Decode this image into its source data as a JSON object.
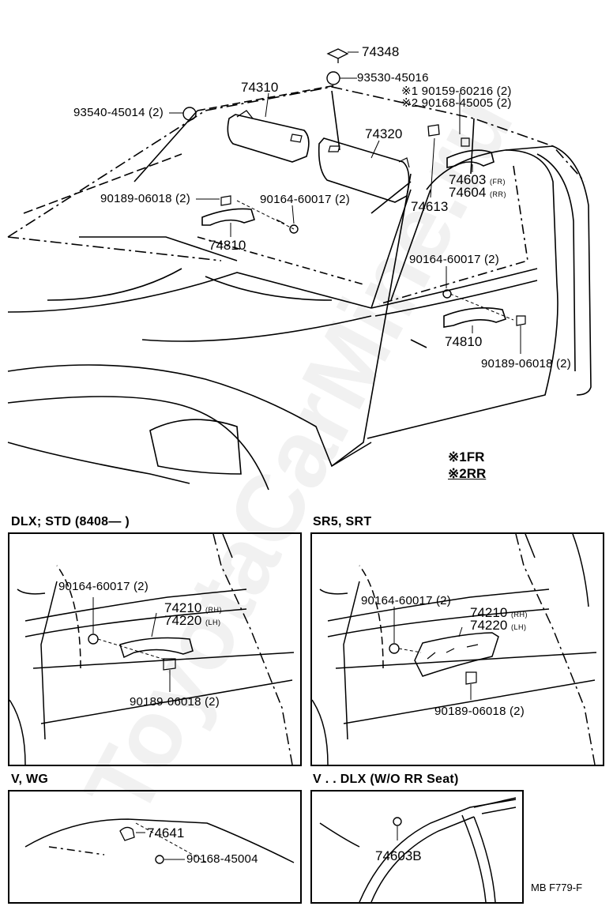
{
  "watermark": "ToyotaCarMine.ru",
  "main": {
    "labels": {
      "p74348": "74348",
      "p93530": "93530-45016",
      "p90159": "※1 90159-60216 (2)",
      "p90168": "※2 90168-45005 (2)",
      "p74310": "74310",
      "p93540": "93540-45014 (2)",
      "p74320": "74320",
      "p74603": "74603",
      "p74603_tag": "(FR)",
      "p74604": "74604",
      "p74604_tag": "(RR)",
      "p74613": "74613",
      "p90189_top": "90189-06018 (2)",
      "p90164_top": "90164-60017 (2)",
      "p74810_top": "74810",
      "p90164_door": "90164-60017 (2)",
      "p74810_door": "74810",
      "p90189_door": "90189-06018 (2)"
    },
    "legend": {
      "fr": "※1FR",
      "rr": "※2RR"
    }
  },
  "panels": {
    "dlx_std": {
      "header": "DLX; STD (8408—        )",
      "p90164": "90164-60017 (2)",
      "p74210": "74210",
      "p74210_tag": "(RH)",
      "p74220": "74220",
      "p74220_tag": "(LH)",
      "p90189": "90189-06018 (2)"
    },
    "sr5_srt": {
      "header": "SR5, SRT",
      "p90164": "90164-60017 (2)",
      "p74210": "74210",
      "p74210_tag": "(RH)",
      "p74220": "74220",
      "p74220_tag": "(LH)",
      "p90189": "90189-06018 (2)"
    },
    "v_wg": {
      "header": "V, WG",
      "p74641": "74641",
      "p90168": "90168-45004"
    },
    "v_dlx": {
      "header": "V . . DLX (W/O  RR  Seat)",
      "p74603b": "74603B"
    }
  },
  "footer": {
    "code": "MB  F779-F"
  }
}
